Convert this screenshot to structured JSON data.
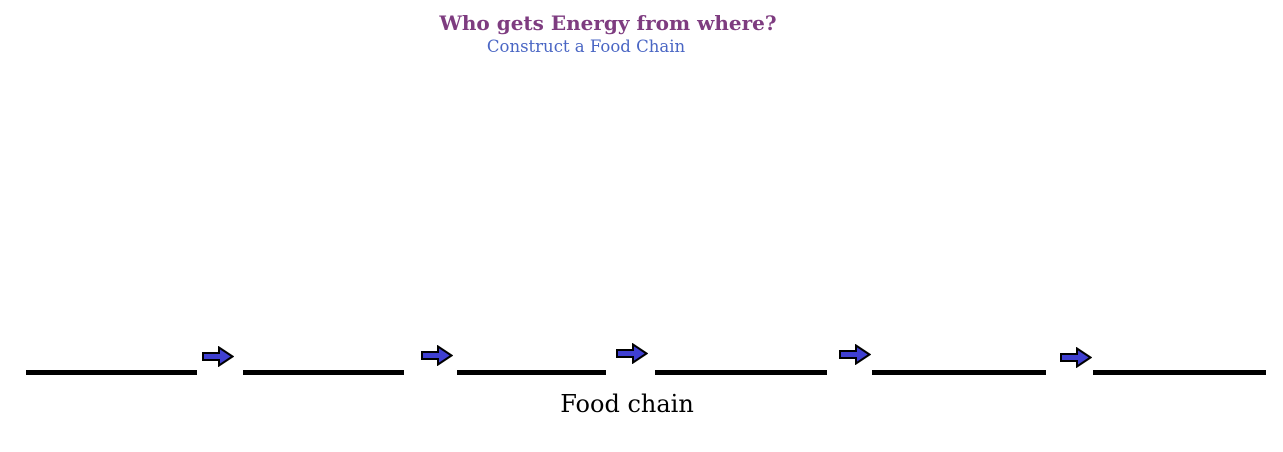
{
  "header": {
    "title": "Who gets Energy from where?",
    "subtitle": "Construct a Food Chain"
  },
  "food_chain": {
    "label": "Food chain",
    "blanks": [
      "",
      "",
      "",
      "",
      "",
      ""
    ],
    "blank_count": 6,
    "arrow_count": 5,
    "arrow_icon": "right-block-arrow-icon"
  },
  "colors": {
    "title_color": "#7E3C80",
    "subtitle_color": "#4A66C4",
    "arrow_fill": "#3F3FD1",
    "arrow_outline": "#000000",
    "line_color": "#000000",
    "background": "#FFFFFF"
  }
}
